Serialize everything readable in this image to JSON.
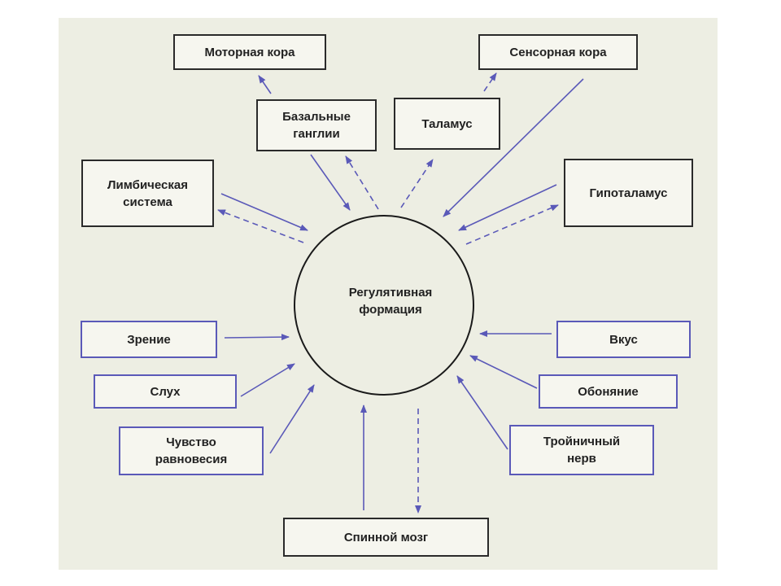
{
  "center": {
    "label": "Регулятивная\nформация"
  },
  "nodes": {
    "motor_cortex": "Моторная кора",
    "sensory_cortex": "Сенсорная кора",
    "basal_ganglia": "Базальные\nганглии",
    "thalamus": "Таламус",
    "limbic_system": "Лимбическая\nсистема",
    "hypothalamus": "Гипоталамус",
    "vision": "Зрение",
    "hearing": "Слух",
    "balance": "Чувство\nравновесия",
    "taste": "Вкус",
    "smell": "Обоняние",
    "trigeminal": "Тройничный\nнерв",
    "spinal_cord": "Спинной мозг"
  },
  "colors": {
    "background": "#edeee3",
    "arrow": "#5a59b8",
    "dark_border": "#2a2a2a",
    "circle": "#1a1a1a"
  }
}
